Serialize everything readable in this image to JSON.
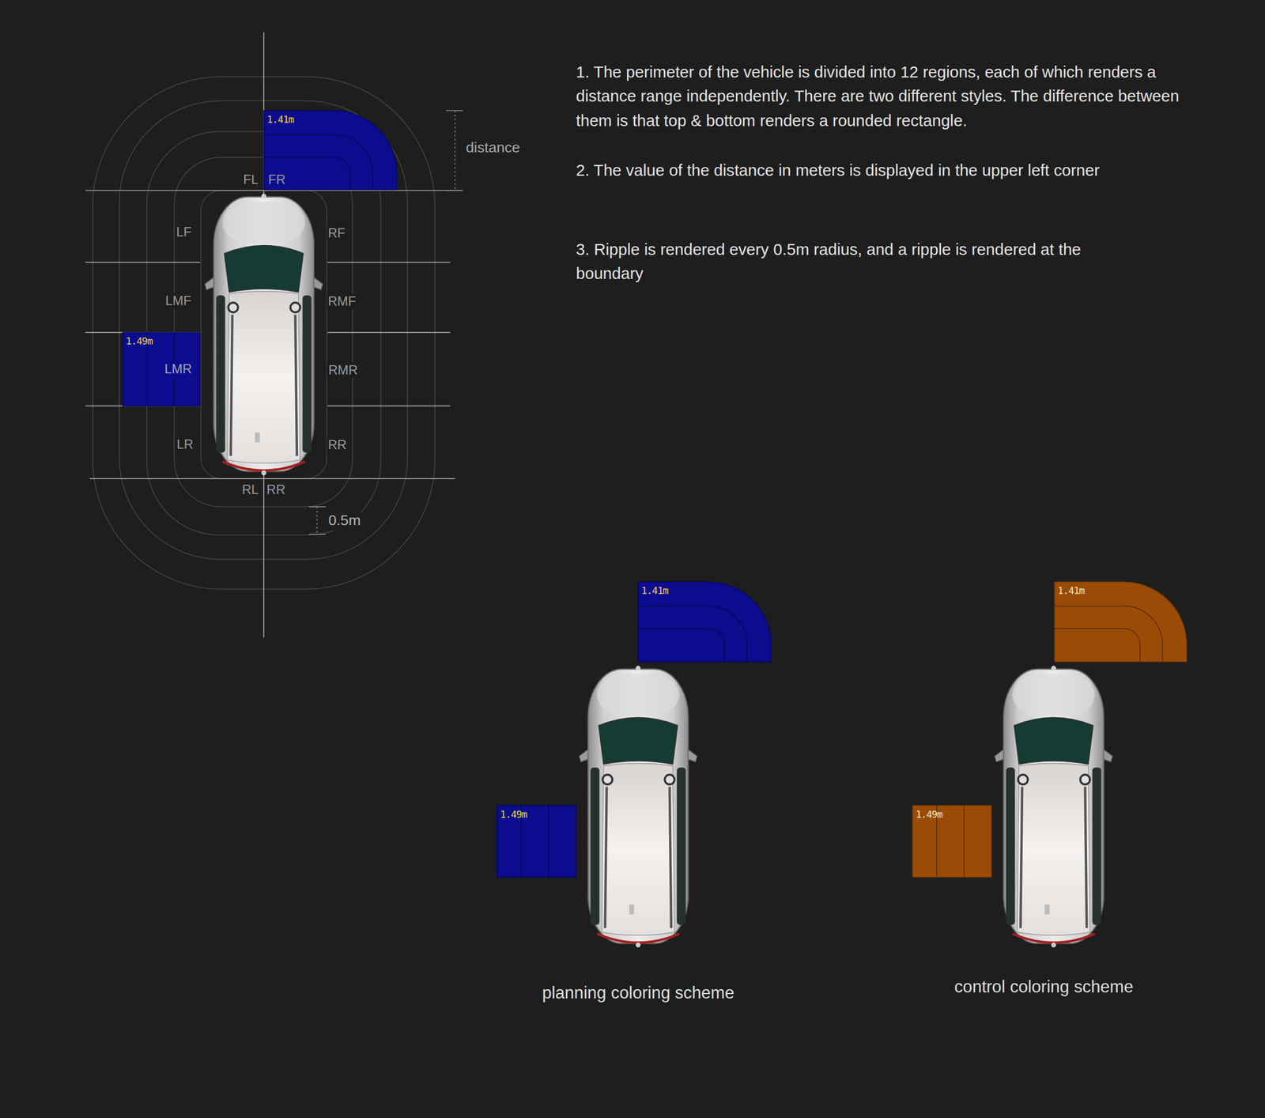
{
  "diagram": {
    "nodes": [
      {
        "text": [
          "1.41m"
        ]
      },
      {
        "text": [
          "1.49m"
        ]
      },
      {
        "text": [
          "1.41m"
        ]
      },
      {
        "text": [
          "1.49m"
        ]
      },
      {
        "text": [
          "1.41m"
        ]
      },
      {
        "text": [
          "1.49m"
        ]
      }
    ],
    "labels": [
      "FL",
      "FR",
      "LF",
      "RF",
      "LMF",
      "RMF",
      "LMR",
      "RMR",
      "LR",
      "RR",
      "RL",
      "RR",
      "distance",
      "0.5m",
      "1. The perimeter of the vehicle is divided into 12 regions, each of which renders a distance range independently. There are two different styles. The difference between them is that top & bottom renders a rounded rectangle.",
      "2. The value of the distance in meters is displayed in the upper left corner",
      "3. Ripple is rendered every 0.5m radius, and a ripple is rendered at the boundary",
      "planning coloring scheme",
      "control coloring scheme"
    ]
  }
}
